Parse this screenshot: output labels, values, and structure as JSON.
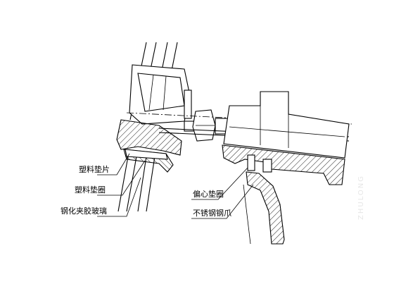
{
  "labels": {
    "plastic_gasket": "塑料垫片",
    "plastic_washer": "塑料垫圈",
    "laminated_glass": "钢化夹胶玻璃",
    "eccentric_washer": "偏心垫圈",
    "stainless_claw": "不锈钢钢爪"
  },
  "watermark": "ZHULONG"
}
